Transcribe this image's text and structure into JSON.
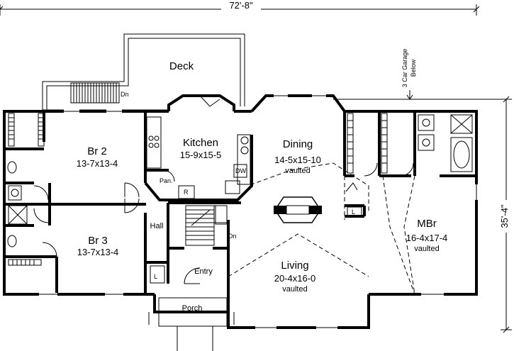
{
  "dimensions": {
    "overall_width": "72'-8\"",
    "overall_depth": "35'-4\""
  },
  "notes": {
    "garage": "3 Car Garage",
    "garage_2": "Below",
    "stair_down": "Dn",
    "stair_down_2": "Dn"
  },
  "rooms": {
    "deck": {
      "name": "Deck"
    },
    "kitchen": {
      "name": "Kitchen",
      "size": "15-9x15-5"
    },
    "dining": {
      "name": "Dining",
      "size": "14-5x15-10",
      "note": "vaulted"
    },
    "living": {
      "name": "Living",
      "size": "20-4x16-0",
      "note": "vaulted"
    },
    "br2": {
      "name": "Br 2",
      "size": "13-7x13-4"
    },
    "br3": {
      "name": "Br 3",
      "size": "13-7x13-4"
    },
    "mbr": {
      "name": "MBr",
      "size": "16-4x17-4",
      "note": "vaulted"
    },
    "hall": {
      "name": "Hall"
    },
    "entry": {
      "name": "Entry"
    },
    "porch": {
      "name": "Porch"
    },
    "pantry": {
      "name": "Pan."
    }
  },
  "fixtures": {
    "dishwasher": "DW",
    "refrigerator": "R",
    "linen_1": "L",
    "linen_2": "L"
  }
}
